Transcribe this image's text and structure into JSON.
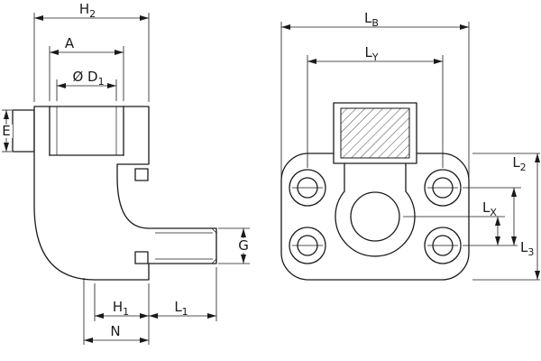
{
  "drawing": {
    "colors": {
      "line": "#1a1a1a",
      "background": "#ffffff"
    },
    "left_view": {
      "labels": {
        "h2": {
          "base": "H",
          "sub": "2"
        },
        "a": {
          "base": "A",
          "sub": ""
        },
        "d1": {
          "base": "Ø D",
          "sub": "1"
        },
        "e": {
          "base": "E",
          "sub": ""
        },
        "g": {
          "base": "G",
          "sub": ""
        },
        "h1": {
          "base": "H",
          "sub": "1"
        },
        "l1": {
          "base": "L",
          "sub": "1"
        },
        "n": {
          "base": "N",
          "sub": ""
        }
      }
    },
    "right_view": {
      "labels": {
        "lb": {
          "base": "L",
          "sub": "B"
        },
        "ly": {
          "base": "L",
          "sub": "Y"
        },
        "l2": {
          "base": "L",
          "sub": "2"
        },
        "lx": {
          "base": "L",
          "sub": "X"
        },
        "l3": {
          "base": "L",
          "sub": "3"
        }
      }
    }
  }
}
